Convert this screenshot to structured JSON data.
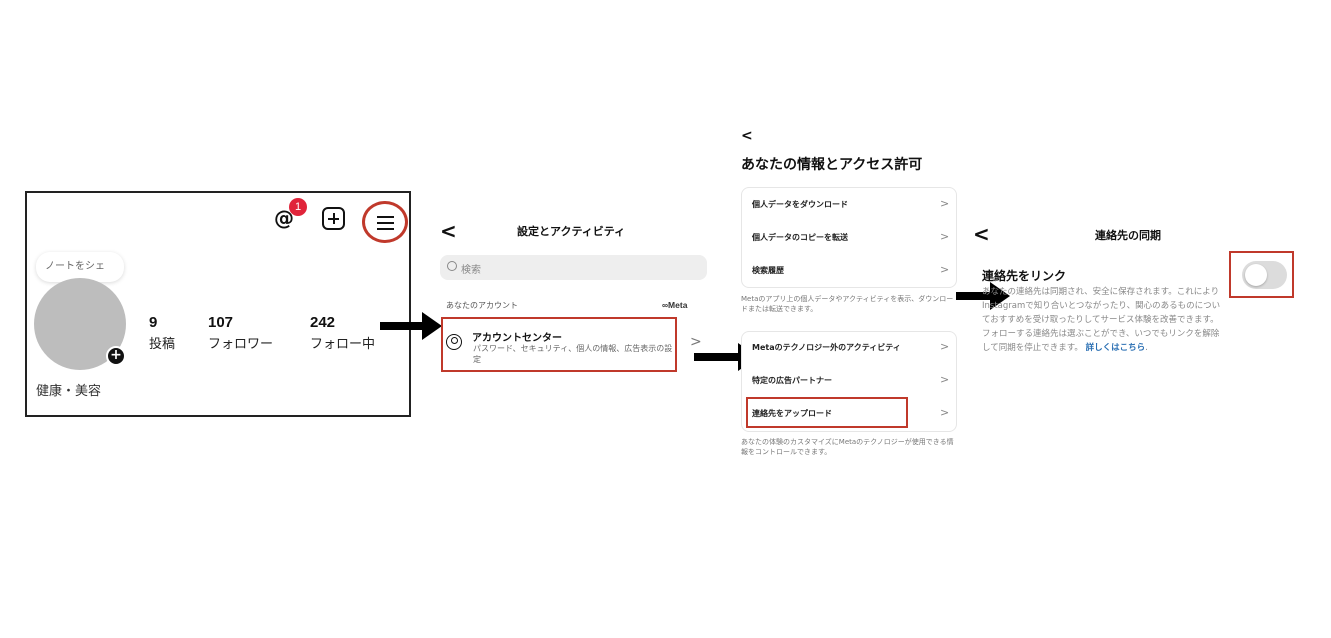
{
  "panel1": {
    "threads_badge": "1",
    "note_placeholder": "ノートをシェ",
    "stats": [
      {
        "value": "9",
        "label": "投稿"
      },
      {
        "value": "107",
        "label": "フォロワー"
      },
      {
        "value": "242",
        "label": "フォロー中"
      }
    ],
    "category": "健康・美容"
  },
  "panel2": {
    "back": "<",
    "title": "設定とアクティビティ",
    "search_placeholder": "検索",
    "section_label": "あなたのアカウント",
    "meta_label": "∞Meta",
    "item_title": "アカウントセンター",
    "item_subtitle": "パスワード、セキュリティ、個人の情報、広告表示の設定",
    "chevron": ">"
  },
  "panel3": {
    "back": "<",
    "title": "あなたの情報とアクセス許可",
    "group1": [
      "個人データをダウンロード",
      "個人データのコピーを転送",
      "検索履歴"
    ],
    "note1": "Metaのアプリ上の個人データやアクティビティを表示、ダウンロードまたは転送できます。",
    "group2": [
      "Metaのテクノロジー外のアクティビティ",
      "特定の広告パートナー",
      "連絡先をアップロード"
    ],
    "note2": "あなたの体験のカスタマイズにMetaのテクノロジーが使用できる情報をコントロールできます。",
    "chevron": ">"
  },
  "panel4": {
    "back": "<",
    "title": "連絡先の同期",
    "heading": "連絡先をリンク",
    "description": "あなたの連絡先は同期され、安全に保存されます。これによりInstagramで知り合いとつながったり、関心のあるものについておすすめを受け取ったりしてサービス体験を改善できます。フォローする連絡先は選ぶことができ、いつでもリンクを解除して同期を停止できます。",
    "learn_more": "詳しくはこちら",
    "period": ".",
    "toggle_on": false
  },
  "colors": {
    "highlight": "#c0392b",
    "badge": "#e0243a",
    "link": "#2a6fb3"
  }
}
